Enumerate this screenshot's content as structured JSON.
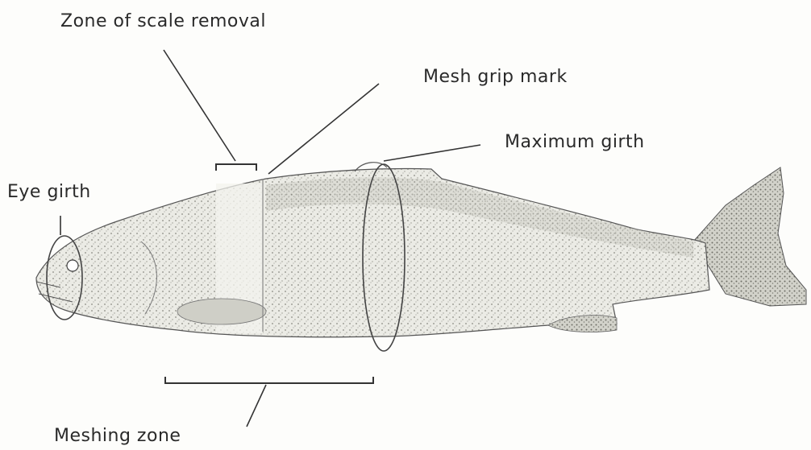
{
  "labels": {
    "scale_removal": "Zone of scale removal",
    "mesh_grip": "Mesh grip mark",
    "max_girth": "Maximum girth",
    "eye_girth": "Eye girth",
    "meshing_zone": "Meshing zone"
  },
  "colors": {
    "ink": "#2a2a2a",
    "fish_fill": "#e6e6e0",
    "fish_shade": "#bdbdb5",
    "background": "#fdfdfb"
  },
  "icons": {
    "fish": "trout-illustration"
  }
}
